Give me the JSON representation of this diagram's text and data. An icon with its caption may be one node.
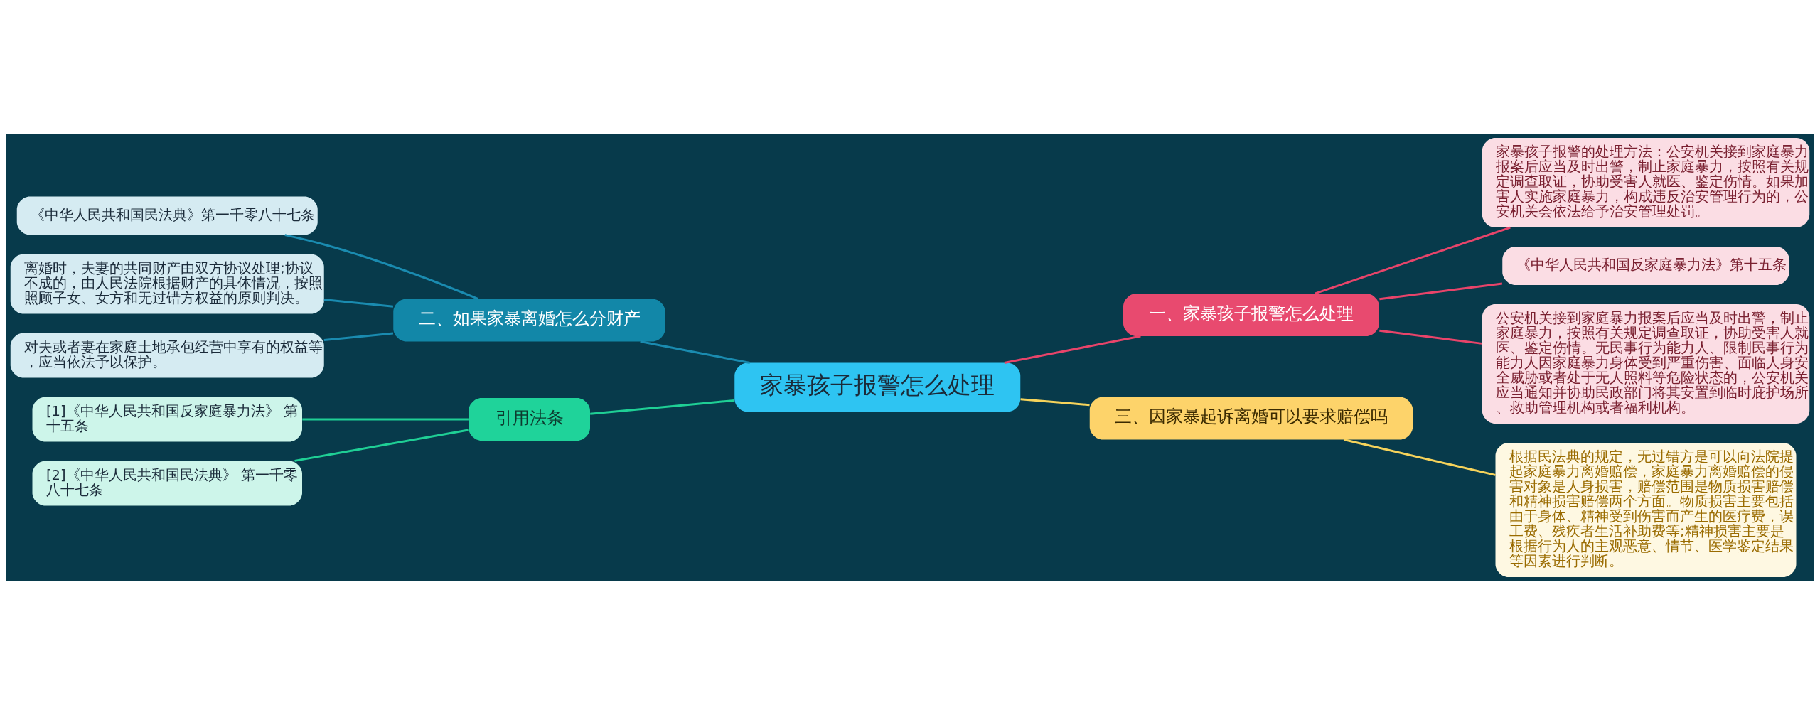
{
  "diagram": {
    "nodes": [
      {
        "text": [
          "家暴孩子报警怎么处理"
        ]
      },
      {
        "text": [
          "一、家暴孩子报警怎么处理"
        ]
      },
      {
        "text": [
          "家暴孩子报警的处理方法：公安机关接到家庭暴力报案后应当及时出警，制止家庭暴力，按照有关规定调查取证，协助受害人就医、鉴定伤情。如果加害人实施家庭暴力，构成违反治安管理行为的，公安机关会依法给予治安管理处罚。"
        ]
      },
      {
        "text": [
          "《中华人民共和国反家庭暴力法》第十五条"
        ]
      },
      {
        "text": [
          "公安机关接到家庭暴力报案后应当及时出警，制止家庭暴力，按照有关规定调查取证，协助受害人就医、鉴定伤情。无民事行为能力人、限制民事行为能力人因家庭暴力身体受到严重伤害、面临人身安全威胁或者处于无人照料等危险状态的，公安机关应当通知并协助民政部门将其安置到临时庇护场所、救助管理机构或者福利机构。"
        ]
      },
      {
        "text": [
          "二、如果家暴离婚怎么分财产"
        ]
      },
      {
        "text": [
          "《中华人民共和国民法典》第一千零八十七条"
        ]
      },
      {
        "text": [
          "离婚时，夫妻的共同财产由双方协议处理;协议不成的，由人民法院根据财产的具体情况，按照照顾子女、女方和无过错方权益的原则判决。"
        ]
      },
      {
        "text": [
          "对夫或者妻在家庭土地承包经营中享有的权益等，应当依法予以保护。"
        ]
      },
      {
        "text": [
          "三、因家暴起诉离婚可以要求赔偿吗"
        ]
      },
      {
        "text": [
          "根据民法典的规定，无过错方是可以向法院提起家庭暴力离婚赔偿，家庭暴力离婚赔偿的侵害对象是人身损害，赔偿范围是物质损害赔偿和精神损害赔偿两个方面。物质损害主要包括由于身体、精神受到伤害而产生的医疗费，误工费、残疾者生活补助费等;精神损害主要是根据行为人的主观恶意、情节、医学鉴定结果等因素进行判断。"
        ]
      },
      {
        "text": [
          "引用法条"
        ]
      },
      {
        "text": [
          "[1]《中华人民共和国反家庭暴力法》 第十五条"
        ]
      },
      {
        "text": [
          "[2]《中华人民共和国民法典》 第一千零八十七条"
        ]
      }
    ],
    "edges": [
      {
        "from": 0,
        "to": 1,
        "arrow": "none",
        "color": "#e8446a"
      },
      {
        "from": 1,
        "to": 2,
        "arrow": "none",
        "color": "#e8446a"
      },
      {
        "from": 1,
        "to": 3,
        "arrow": "none",
        "color": "#e8446a"
      },
      {
        "from": 1,
        "to": 4,
        "arrow": "none",
        "color": "#e8446a"
      },
      {
        "from": 0,
        "to": 5,
        "arrow": "none",
        "color": "#1a8bb0"
      },
      {
        "from": 5,
        "to": 6,
        "arrow": "none",
        "color": "#1a8bb0"
      },
      {
        "from": 5,
        "to": 7,
        "arrow": "none",
        "color": "#1a8bb0"
      },
      {
        "from": 5,
        "to": 8,
        "arrow": "none",
        "color": "#1a8bb0"
      },
      {
        "from": 0,
        "to": 9,
        "arrow": "none",
        "color": "#f6d35b"
      },
      {
        "from": 9,
        "to": 10,
        "arrow": "none",
        "color": "#f6d35b"
      },
      {
        "from": 0,
        "to": 11,
        "arrow": "none",
        "color": "#1fcf95"
      },
      {
        "from": 11,
        "to": 12,
        "arrow": "none",
        "color": "#1fcf95"
      },
      {
        "from": 11,
        "to": 13,
        "arrow": "none",
        "color": "#1fcf95"
      }
    ]
  }
}
